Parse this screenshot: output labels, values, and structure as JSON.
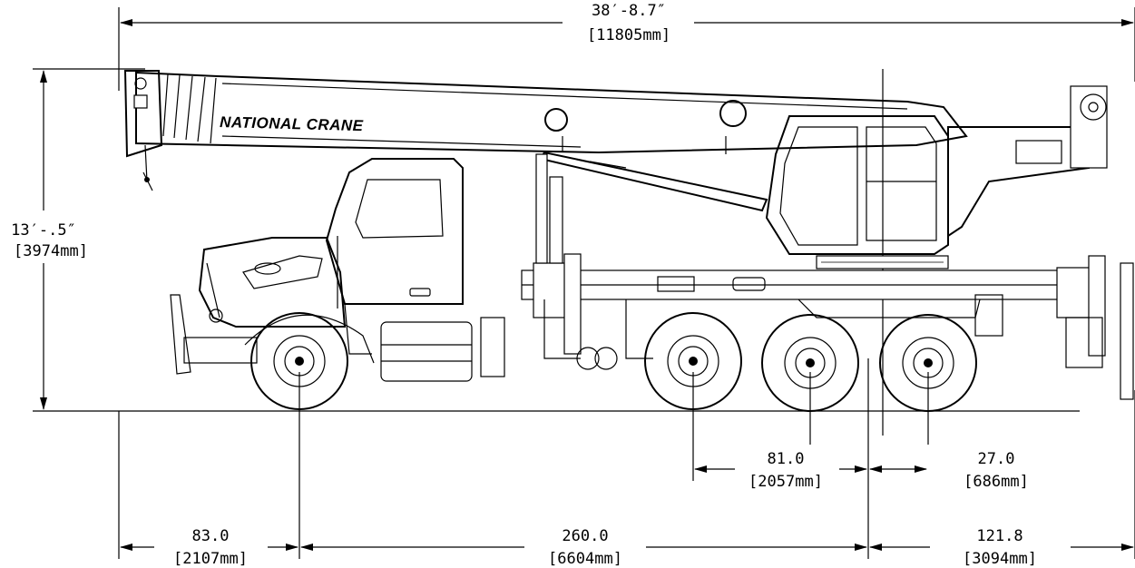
{
  "brand_text": "NATIONAL CRANE",
  "dimensions": {
    "overall_length": {
      "imperial": "38′-8.7″",
      "metric": "[11805mm]"
    },
    "overall_height": {
      "imperial": "13′-.5″",
      "metric": "[3974mm]"
    },
    "front_overhang": {
      "imperial": "83.0",
      "metric": "[2107mm]"
    },
    "wheelbase": {
      "imperial": "260.0",
      "metric": "[6604mm]"
    },
    "rear_overhang": {
      "imperial": "121.8",
      "metric": "[3094mm]"
    },
    "tandem_spacing": {
      "imperial": "81.0",
      "metric": "[2057mm]"
    },
    "rotation_offset": {
      "imperial": "27.0",
      "metric": "[686mm]"
    }
  },
  "colors": {
    "line": "#000000",
    "background": "#ffffff"
  }
}
